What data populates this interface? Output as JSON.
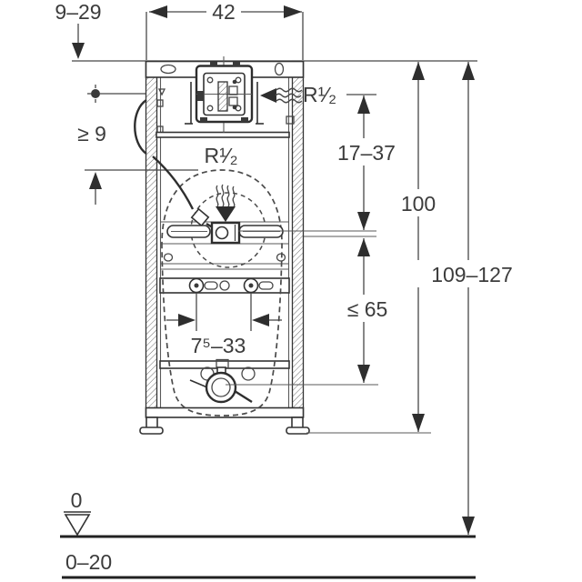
{
  "title": "urinal-installation-element-dimension-drawing",
  "labels": {
    "offset_depth": "9–29",
    "frame_width": "42",
    "min_clearance": "≥ 9",
    "water_supply_top": "R¹⁄₂",
    "water_supply_mid": "R¹⁄₂",
    "supply_height_range": "17–37",
    "frame_height": "100",
    "install_height_range": "109–127",
    "outlet_height_max": "≤ 65",
    "fixing_distance": "7⁵–33",
    "floor_level": "0",
    "floor_buildup": "0–20"
  },
  "colors": {
    "background": "#ffffff",
    "line": "#474747",
    "dark_line": "#2e2e2e",
    "text": "#3c3c3c"
  }
}
